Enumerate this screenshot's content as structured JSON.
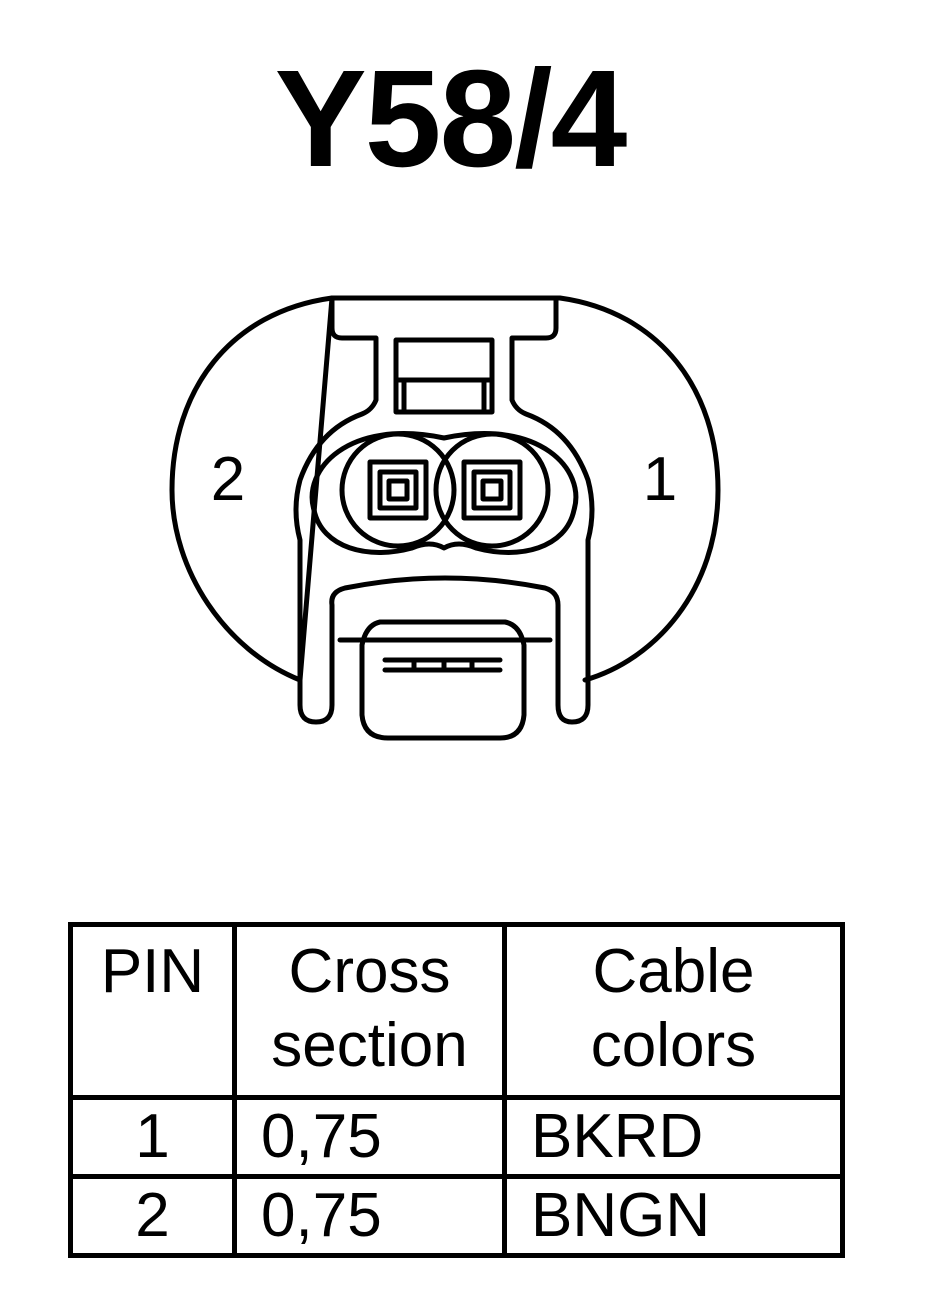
{
  "title": "Y58/4",
  "connector": {
    "pin_labels": {
      "left": "2",
      "right": "1"
    }
  },
  "table": {
    "headers": {
      "pin": "PIN",
      "cross_section": [
        "Cross",
        "section"
      ],
      "cable_colors": [
        "Cable",
        "colors"
      ]
    },
    "rows": [
      {
        "pin": "1",
        "cross_section": "0,75",
        "cable_color": "BKRD"
      },
      {
        "pin": "2",
        "cross_section": "0,75",
        "cable_color": "BNGN"
      }
    ]
  }
}
